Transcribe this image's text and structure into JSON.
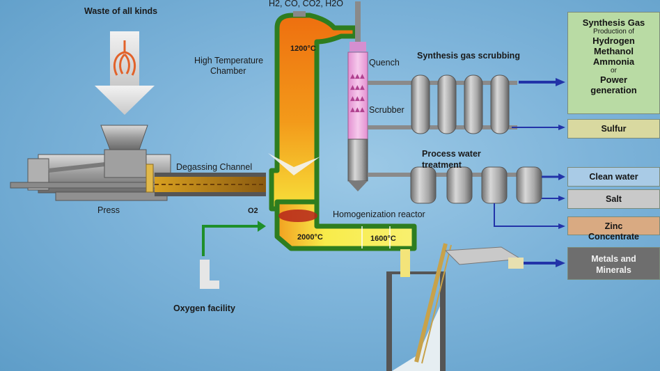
{
  "labels": {
    "waste": "Waste of all kinds",
    "gas_formula": "H2, CO, CO2, H2O",
    "high_temp_chamber_line1": "High Temperature",
    "high_temp_chamber_line2": "Chamber",
    "temp_1200": "1200°C",
    "quench": "Quench",
    "scrubber": "Scrubber",
    "synthesis_gas_scrubbing": "Synthesis gas scrubbing",
    "process_water_line1": "Process water",
    "process_water_line2": "treatment",
    "degassing_channel": "Degassing Channel",
    "press": "Press",
    "o2": "O2",
    "homogenization_reactor": "Homogenization reactor",
    "temp_2000": "2000°C",
    "temp_1600": "1600°C",
    "oxygen_facility": "Oxygen facility"
  },
  "outputs": {
    "synthesis_gas": {
      "title": "Synthesis Gas",
      "subtitle": "Production of",
      "line1": "Hydrogen",
      "line2": "Methanol",
      "line3": "Ammonia",
      "or": "or",
      "line4": "Power",
      "line5": "generation",
      "color": "#b9dba4"
    },
    "sulfur": {
      "label": "Sulfur",
      "color": "#d9d9a0"
    },
    "clean_water": {
      "label": "Clean water",
      "color": "#a9cbe6"
    },
    "salt": {
      "label": "Salt",
      "color": "#c9c9c9"
    },
    "zinc": {
      "line1": "Zinc",
      "line2": "Concentrate",
      "color": "#d9aa82"
    },
    "metals": {
      "line1": "Metals and",
      "line2": "Minerals",
      "color": "#6e6e6e"
    }
  },
  "colors": {
    "chamber_wall": "#2e7d1f",
    "chamber_fill_top": "#f0780f",
    "chamber_fill_bottom": "#f6e23a",
    "arrow_blue": "#2233a8",
    "equipment_gray": "#9c9c9c"
  }
}
